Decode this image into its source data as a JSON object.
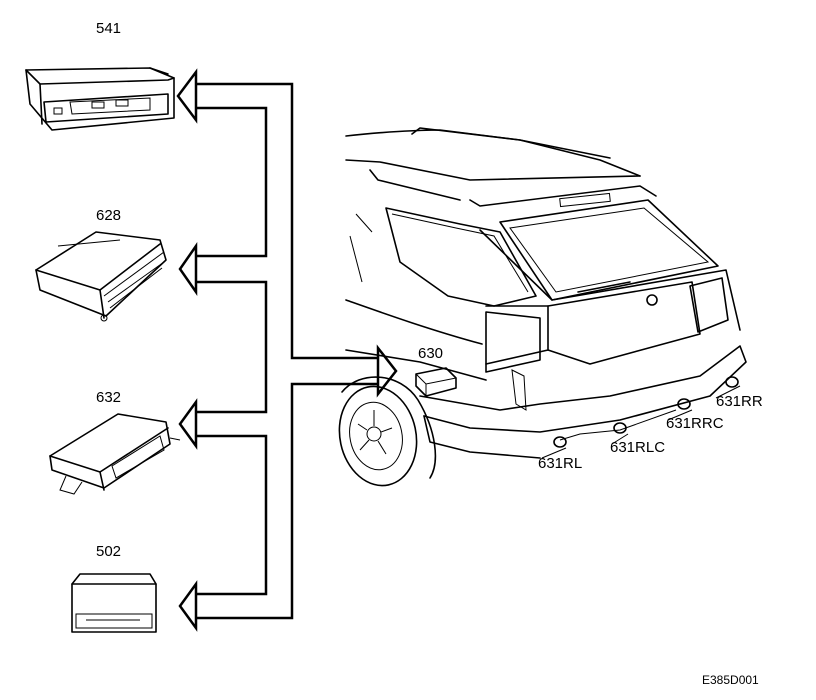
{
  "modules": {
    "m541": "541",
    "m628": "628",
    "m632": "632",
    "m502": "502",
    "m630": "630"
  },
  "sensors": {
    "rr": "631RR",
    "rrc": "631RRC",
    "rlc": "631RLC",
    "rl": "631RL"
  },
  "reference": "E385D001"
}
